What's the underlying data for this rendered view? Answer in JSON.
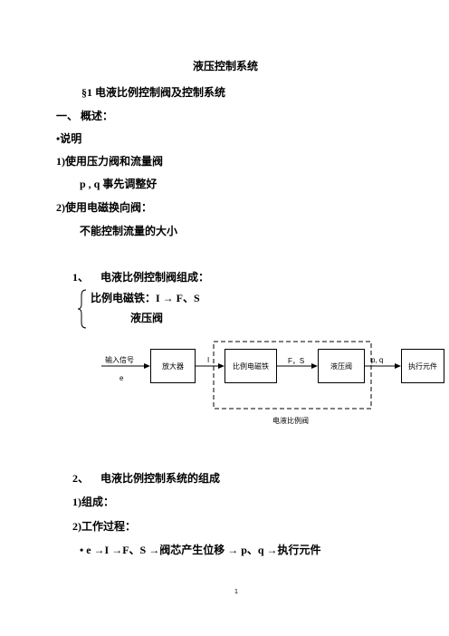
{
  "title": "液压控制系统",
  "section": "§1 电液比例控制阀及控制系统",
  "heading1": "一、 概述：",
  "bullet_note": "•说明",
  "item1": "1)使用压力阀和流量阀",
  "item1_sub": "p , q 事先调整好",
  "item2": "2)使用电磁换向阀：",
  "item2_sub": "不能控制流量的大小",
  "sub1": {
    "number": "1、",
    "title": "电液比例控制阀组成："
  },
  "composition": {
    "line1": "比例电磁铁：I → F、S",
    "line2": "液压阀"
  },
  "diagram": {
    "input_label": "输入信号",
    "input_symbol": "e",
    "amplifier": "放大器",
    "current": "I",
    "solenoid": "比例电磁铁",
    "force_stroke": "F，S",
    "valve": "液压阀",
    "pq": "p, q",
    "actuator": "执行元件",
    "caption": "电液比例阀"
  },
  "sub2": {
    "number": "2、",
    "title": "电液比例控制系统的组成"
  },
  "sub2_item1": "1)组成：",
  "sub2_item2": "2)工作过程：",
  "process": "• e →I →F、S →阀芯产生位移 → p、q →执行元件",
  "page_number": "1"
}
